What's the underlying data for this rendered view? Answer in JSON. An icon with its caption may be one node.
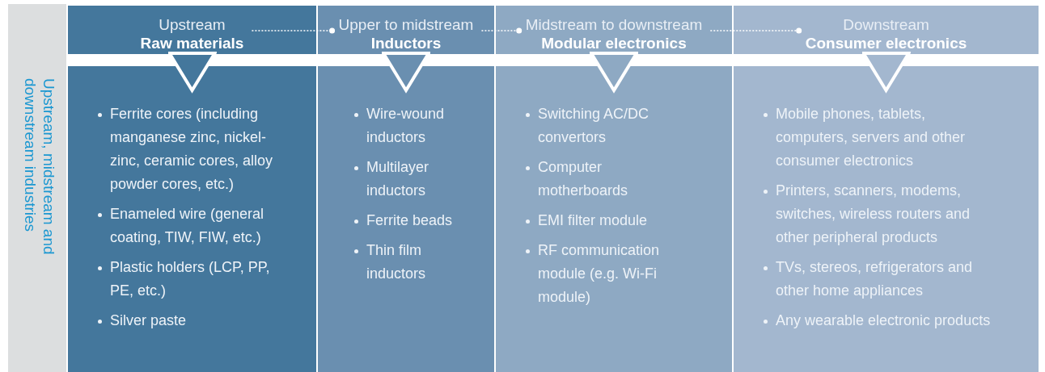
{
  "diagram": {
    "nodes": [
      {
        "text": [
          "Upstream, midstream and downstream industries"
        ]
      },
      {
        "text": [
          "Upstream",
          "Raw materials"
        ]
      },
      {
        "text": [
          "Upper to midstream",
          "Inductors"
        ]
      },
      {
        "text": [
          "Midstream to downstream",
          "Modular electronics"
        ]
      },
      {
        "text": [
          "Downstream",
          "Consumer electronics"
        ]
      },
      {
        "text": [
          "Ferrite cores (including manganese zinc, nickel-zinc, ceramic cores, alloy powder cores, etc.)",
          "Enameled wire (general coating, TIW, FIW, etc.)",
          "Plastic holders (LCP, PP, PE, etc.)",
          "Silver paste"
        ]
      },
      {
        "text": [
          "Wire-wound inductors",
          "Multilayer inductors",
          "Ferrite beads",
          "Thin film inductors"
        ]
      },
      {
        "text": [
          "Switching AC/DC convertors",
          "Computer motherboards",
          "EMI filter module",
          "RF communication module (e.g. Wi-Fi module)"
        ]
      },
      {
        "text": [
          "Mobile phones, tablets, computers, servers and other consumer electronics",
          "Printers, scanners, modems, switches, wireless routers and other peripheral products",
          "TVs, stereos, refrigerators and other home appliances",
          "Any wearable electronic products"
        ]
      }
    ],
    "edges": [
      {
        "from": 1,
        "to": 2,
        "arrow": "other",
        "style": "dashed"
      },
      {
        "from": 2,
        "to": 3,
        "arrow": "other",
        "style": "dashed"
      },
      {
        "from": 3,
        "to": 4,
        "arrow": "other",
        "style": "dashed"
      },
      {
        "from": 1,
        "to": 5,
        "arrow": "to",
        "color": "#44779c"
      },
      {
        "from": 2,
        "to": 6,
        "arrow": "to",
        "color": "#6a8fb0"
      },
      {
        "from": 3,
        "to": 7,
        "arrow": "to",
        "color": "#8ea9c3"
      },
      {
        "from": 4,
        "to": 8,
        "arrow": "to",
        "color": "#a3b7cf"
      }
    ]
  }
}
